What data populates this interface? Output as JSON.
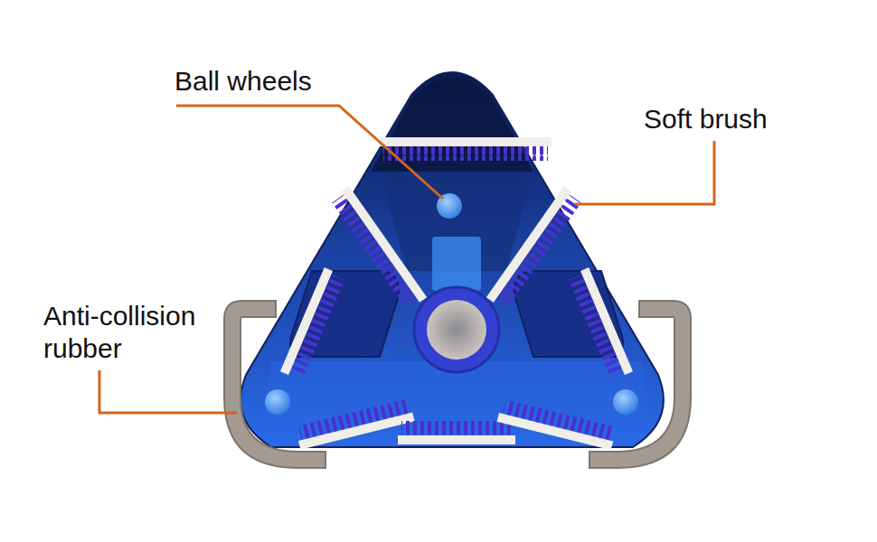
{
  "diagram": {
    "labels": [
      "Ball wheels",
      "Soft brush",
      "Anti-collision rubber"
    ]
  }
}
